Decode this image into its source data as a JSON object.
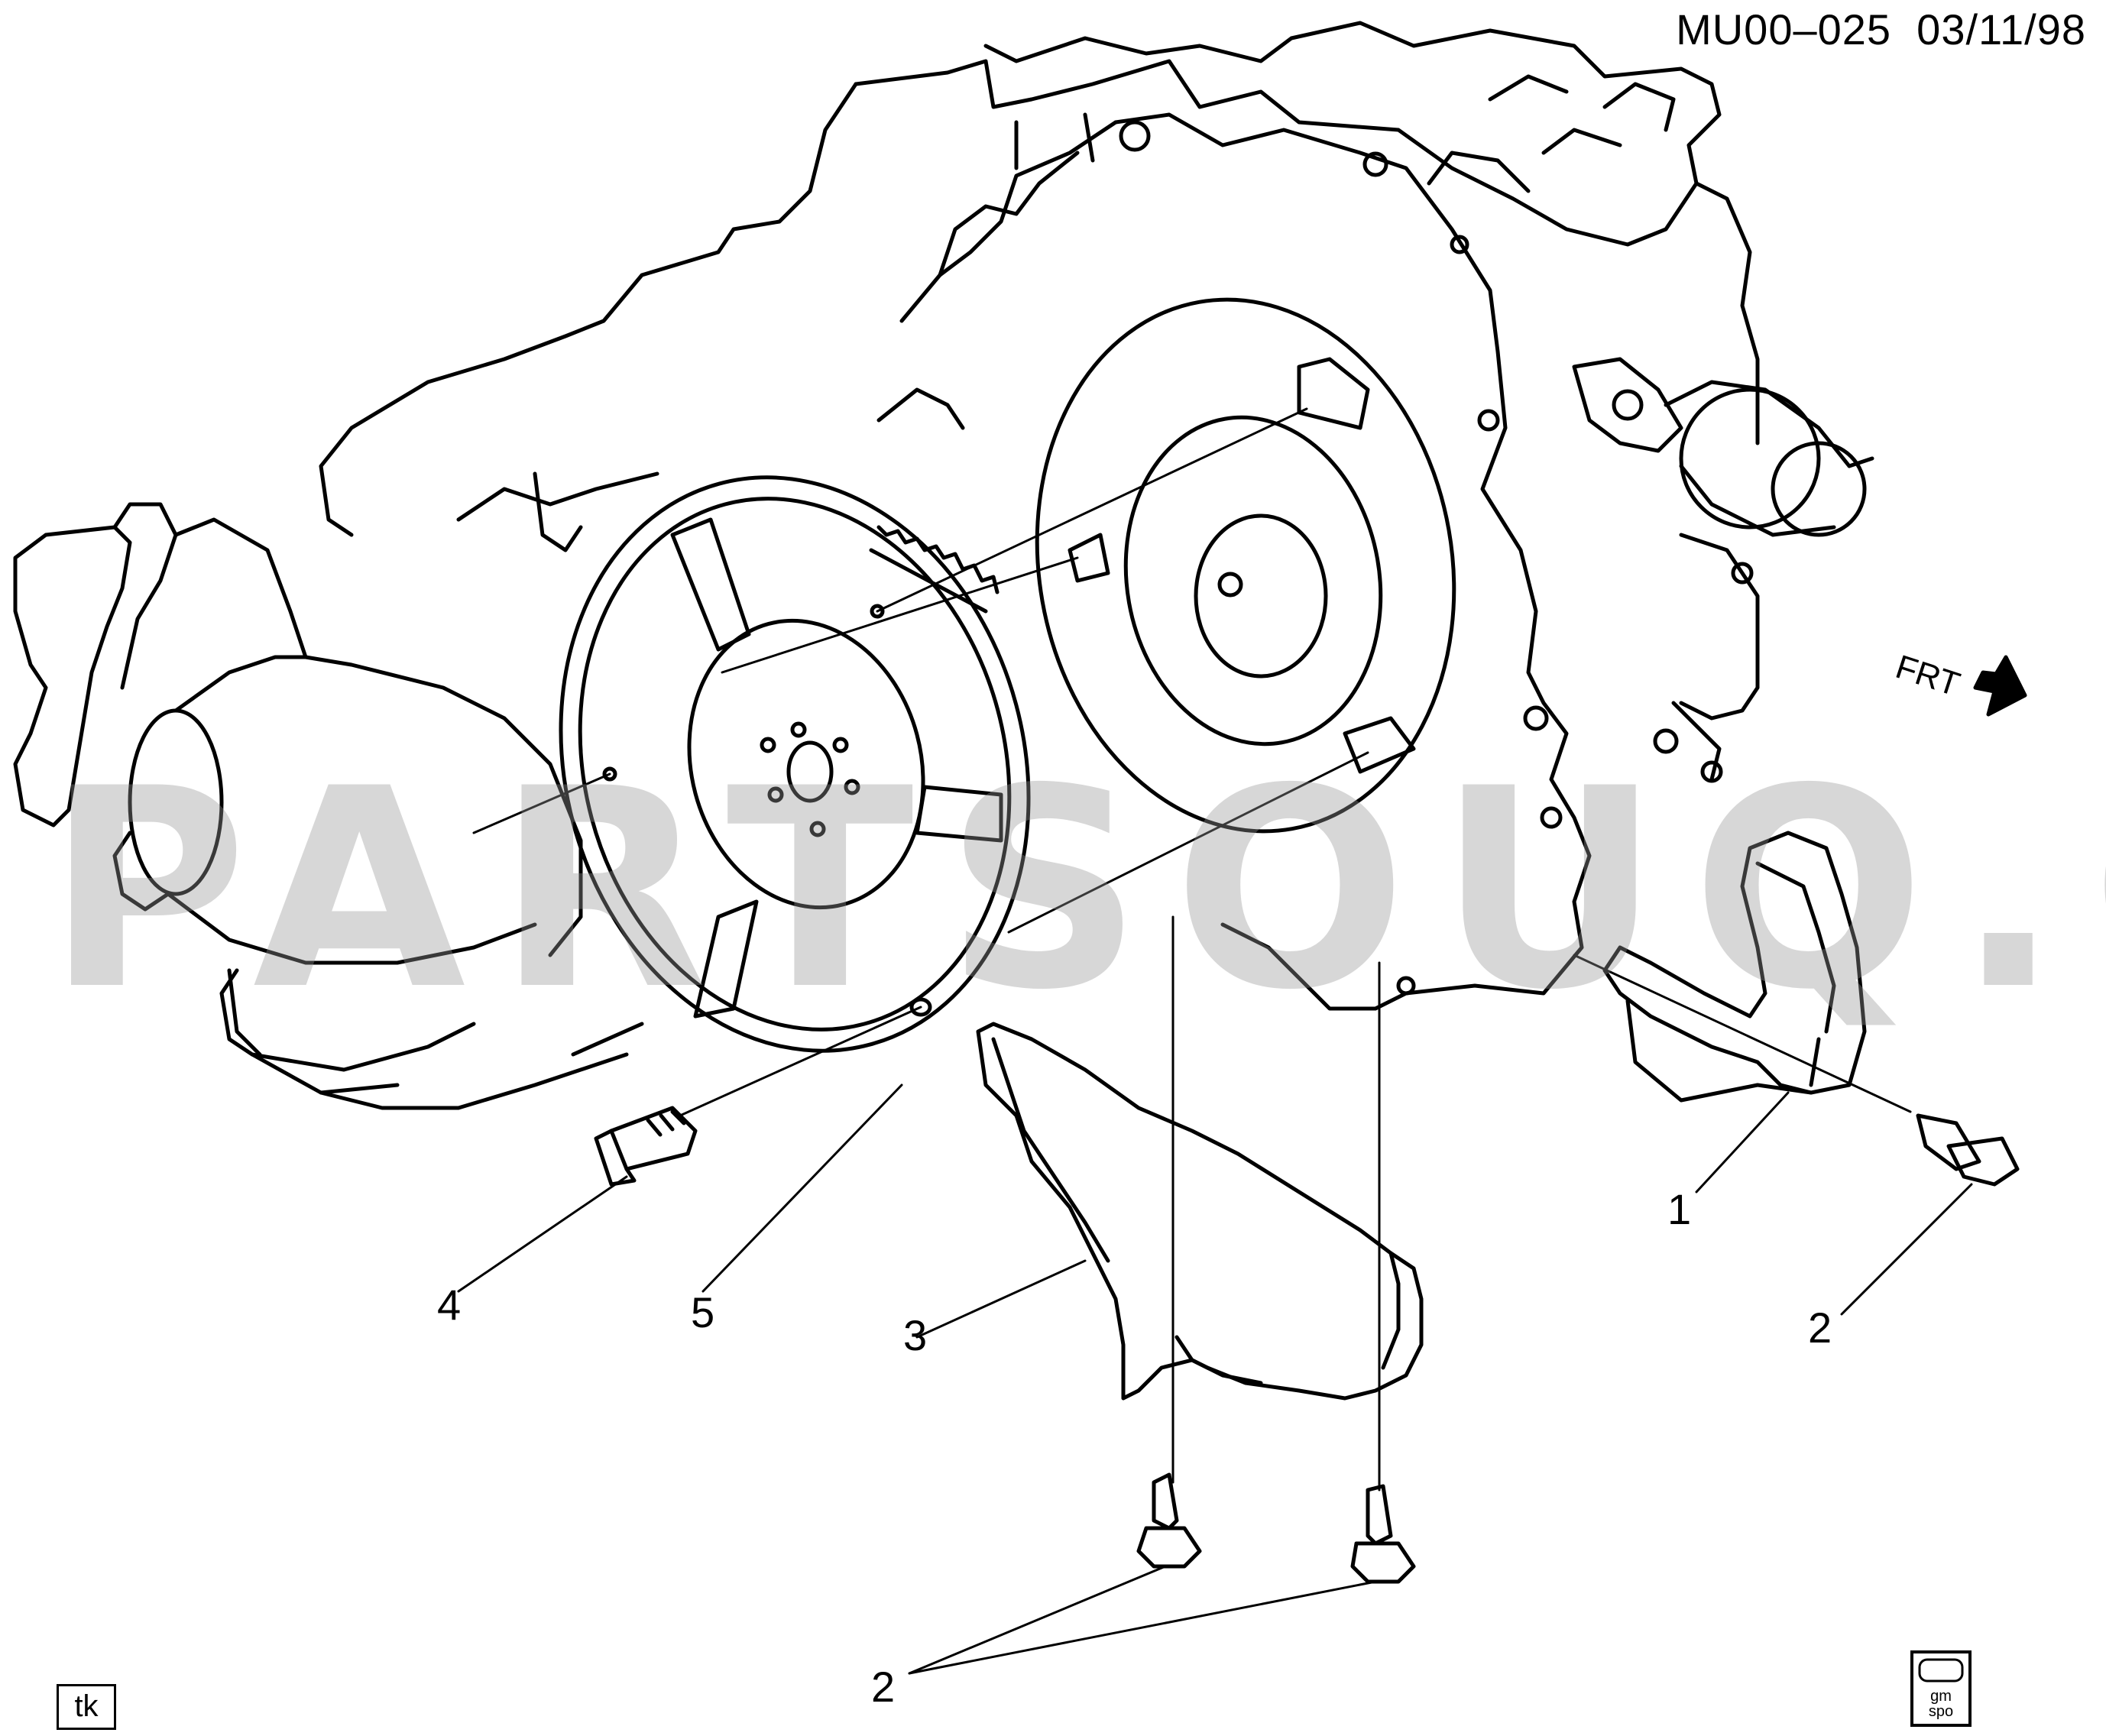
{
  "header": {
    "diagram_code": "MU00–025  03/11/98"
  },
  "watermark": {
    "text": "PARTSOUQ.COM"
  },
  "direction_indicator": {
    "label": "FRT"
  },
  "callouts": [
    {
      "id": "c1",
      "number": "1"
    },
    {
      "id": "c2a",
      "number": "2"
    },
    {
      "id": "c2b",
      "number": "2"
    },
    {
      "id": "c3",
      "number": "3"
    },
    {
      "id": "c4",
      "number": "4"
    },
    {
      "id": "c5",
      "number": "5"
    }
  ],
  "footer": {
    "artist_initials": "tk",
    "logo_text": "gm\nspo"
  }
}
